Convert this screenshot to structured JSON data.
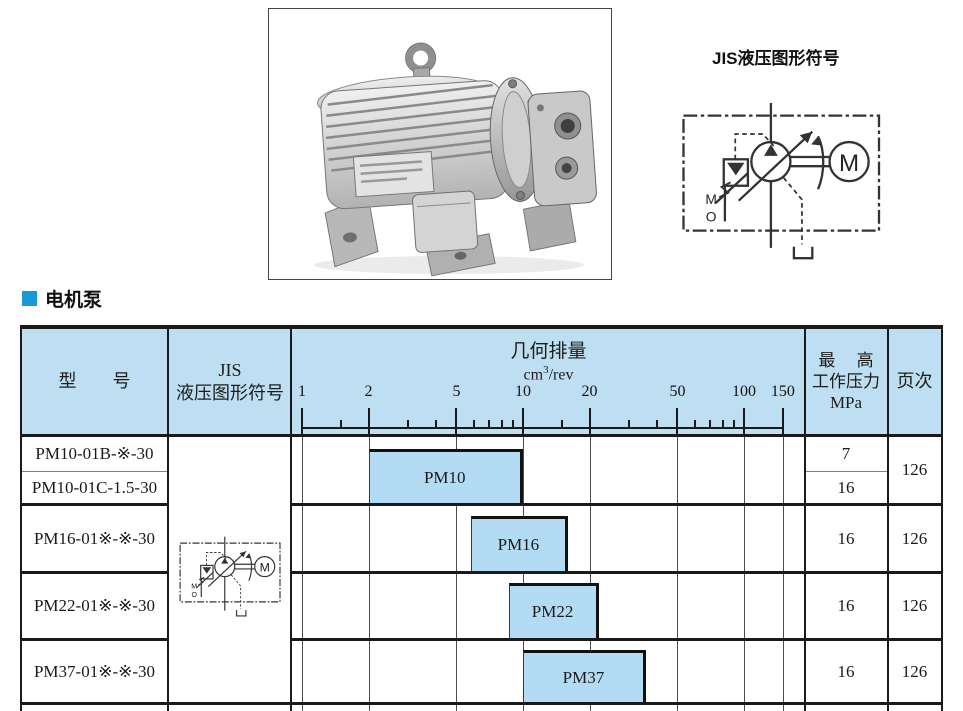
{
  "jis_panel": {
    "title": "JIS液压图形符号",
    "motor_letter": "M",
    "pilot_label_m": "M",
    "pilot_label_o": "O"
  },
  "section": {
    "title": "电机泵",
    "bullet_color": "#1a99d8"
  },
  "table": {
    "headers": {
      "model": "型　　号",
      "jis_line1": "JIS",
      "jis_line2": "液压图形符号",
      "disp_title": "几何排量",
      "disp_unit_base": "cm",
      "disp_unit_sup": "3",
      "disp_unit_rest": "/rev",
      "pressure_line1": "最　 高",
      "pressure_line2": "工作压力",
      "pressure_line3": "MPa",
      "page": "页次"
    },
    "axis": {
      "majors": [
        1,
        2,
        5,
        10,
        20,
        50,
        100,
        150
      ],
      "minors": [
        1.5,
        3,
        4,
        6,
        7,
        8,
        9,
        15,
        30,
        40,
        60,
        70,
        80,
        90
      ]
    },
    "rows": [
      {
        "model": "PM10-01B-※-30",
        "mpa": "7"
      },
      {
        "model": "PM10-01C-1.5-30",
        "mpa": "16"
      },
      {
        "model": "PM16-01※-※-30",
        "mpa": "16",
        "page": "126"
      },
      {
        "model": "PM22-01※-※-30",
        "mpa": "16",
        "page": "126"
      },
      {
        "model": "PM37-01※-※-30",
        "mpa": "16",
        "page": "126"
      }
    ],
    "merged_page_rows_1_2": "126",
    "bars": [
      {
        "label": "PM10",
        "from": 2,
        "to": 10
      },
      {
        "label": "PM16",
        "from": 5.8,
        "to": 16
      },
      {
        "label": "PM22",
        "from": 8.6,
        "to": 22
      },
      {
        "label": "PM37",
        "from": 10,
        "to": 36
      }
    ],
    "colors": {
      "header_bg": "#bedff2",
      "bar_fill": "#b3dbf3"
    }
  },
  "chart_data": {
    "type": "bar",
    "orientation": "horizontal-range",
    "x_scale": "log",
    "title": "几何排量",
    "xlabel": "cm³/rev",
    "x_ticks": [
      1,
      2,
      5,
      10,
      20,
      50,
      100,
      150
    ],
    "xlim": [
      1,
      150
    ],
    "grid": true,
    "series": [
      {
        "name": "PM10",
        "range": [
          2,
          10
        ]
      },
      {
        "name": "PM16",
        "range": [
          5.8,
          16
        ]
      },
      {
        "name": "PM22",
        "range": [
          8.6,
          22
        ]
      },
      {
        "name": "PM37",
        "range": [
          10,
          36
        ]
      }
    ]
  }
}
